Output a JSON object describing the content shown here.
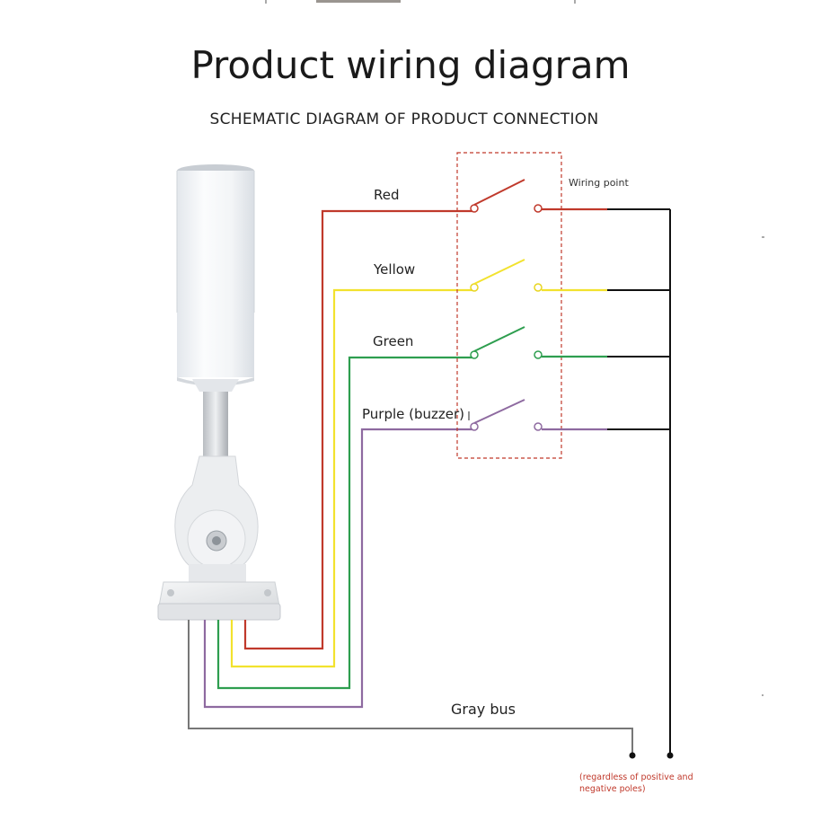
{
  "title": "Product wiring diagram",
  "subtitle": "SCHEMATIC DIAGRAM OF PRODUCT CONNECTION",
  "wiring_point_label": "Wiring point",
  "wires": [
    {
      "id": "red",
      "label": "Red",
      "color": "#c0392b"
    },
    {
      "id": "yellow",
      "label": "Yellow",
      "color": "#f2e22e"
    },
    {
      "id": "green",
      "label": "Green",
      "color": "#2e9e4f"
    },
    {
      "id": "purple",
      "label": "Purple (buzzer)",
      "color": "#8e6aa0"
    }
  ],
  "gray_bus": {
    "label": "Gray bus",
    "color": "#777777"
  },
  "pole_note": {
    "line1": "(regardless of positive and",
    "line2": "negative poles)"
  },
  "colors": {
    "bus_black": "#111111",
    "box_dash": "#c0392b",
    "light_body": "#eef1f4"
  }
}
